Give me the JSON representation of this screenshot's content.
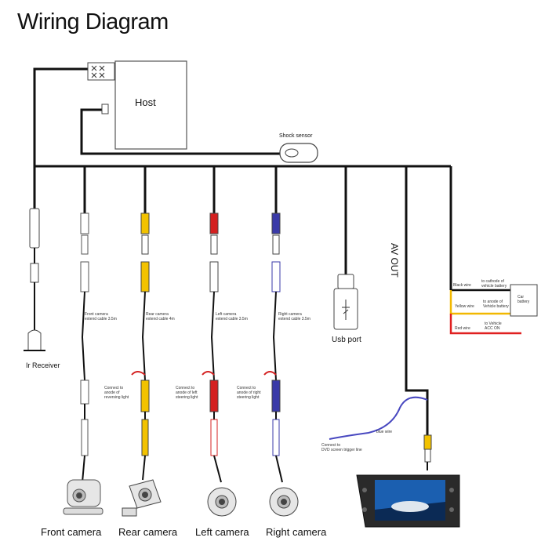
{
  "title": "Wiring Diagram",
  "host_label": "Host",
  "shock_sensor_label": "Shock sensor",
  "ir_receiver_label": "Ir Receiver",
  "usb_port_label": "Usb port",
  "av_out_label": "AV OUT",
  "cables": {
    "front": "Front camera\nextend cable 3.5m",
    "rear": "Rear camera\nextend cable 4m",
    "left": "Left camera\nextend cable 3.5m",
    "right": "Right camera\nextend cable 3.5m"
  },
  "connect_notes": {
    "reversing": "Connect to\nanode of\nreversing light",
    "left": "Connect to\nanode of left\nsteering  light",
    "right": "Connect to\nanode of right\nsteering light"
  },
  "trigger": {
    "blue_wire": "blue wire",
    "note": "Connect to\nDVD screen trigger line"
  },
  "power": {
    "black_wire": "Black wire",
    "yellow_wire": "Yellow wire",
    "red_wire": "Red wire",
    "to_cathode": "to cathode of\nvehicle battery",
    "to_anode": "to anode of\nVehicle battery",
    "to_acc": "to Vehicle\nACC ON",
    "car_battery": "Car\nbattery"
  },
  "camera_labels": {
    "front": "Front camera",
    "rear": "Rear camera",
    "left": "Left camera",
    "right": "Right camera"
  },
  "colors": {
    "wire_main": "#111111",
    "front": "#888888",
    "rear": "#f2c200",
    "left": "#d42020",
    "right": "#3a3aa8",
    "trigger_wire": "#4848c0",
    "power_yellow": "#f2b800",
    "power_red": "#e02020"
  }
}
